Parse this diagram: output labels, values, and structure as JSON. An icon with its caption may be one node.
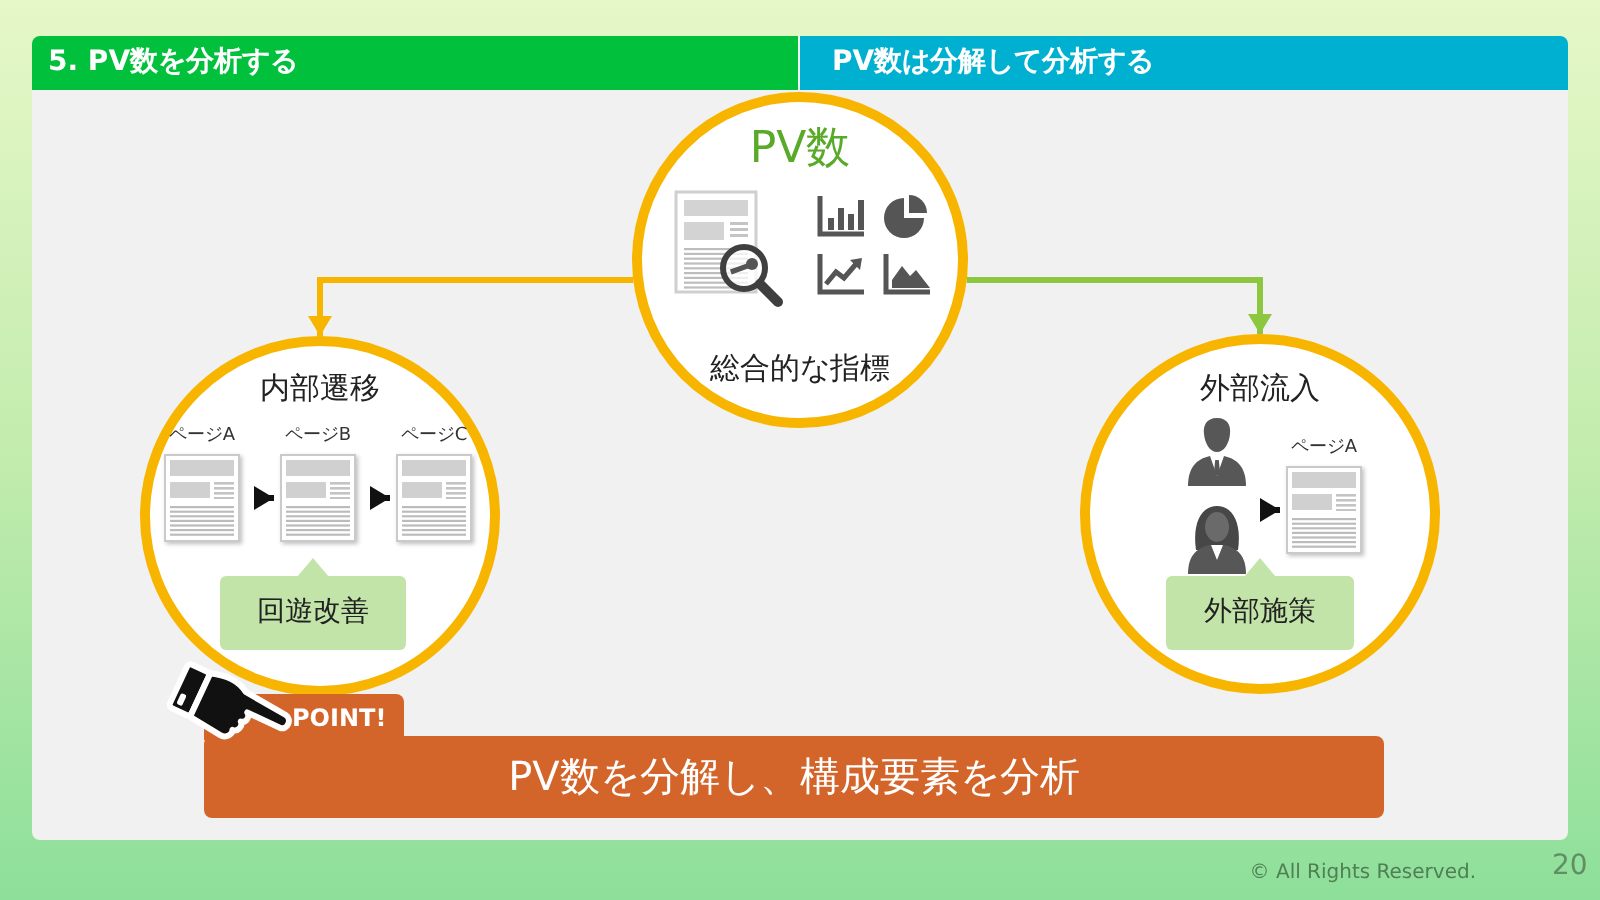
{
  "diagram": {
    "title": "5. PV数を分析する",
    "nodes": [
      {
        "text": [
          "PV数",
          "総合的な指標"
        ]
      },
      {
        "text": [
          "内部遷移"
        ]
      },
      {
        "text": [
          "外部流入"
        ]
      },
      {
        "text": [
          "ページA"
        ],
        "in": 1
      },
      {
        "text": [
          "ページB"
        ],
        "in": 1
      },
      {
        "text": [
          "ページC"
        ],
        "in": 1
      },
      {
        "text": [
          "回遊改善"
        ],
        "in": 1
      },
      {
        "text": [],
        "shape": "person",
        "in": 2
      },
      {
        "text": [
          "ページA"
        ],
        "in": 2
      },
      {
        "text": [
          "外部施策"
        ],
        "in": 2
      },
      {
        "text": [
          "POINT!",
          "PV数を分解し、構成要素を分析"
        ]
      }
    ],
    "edges": [
      {
        "from": 0,
        "to": 1,
        "arrow": "to",
        "color": "#f8b500"
      },
      {
        "from": 0,
        "to": 2,
        "arrow": "to",
        "color": "#8dc63f"
      },
      {
        "from": 3,
        "to": 4,
        "arrow": "to"
      },
      {
        "from": 4,
        "to": 5,
        "arrow": "to"
      },
      {
        "from": 7,
        "to": 8,
        "arrow": "to"
      }
    ],
    "labels": [
      "PV数は分解して分析する",
      "© All Rights Reserved.",
      "20"
    ]
  }
}
